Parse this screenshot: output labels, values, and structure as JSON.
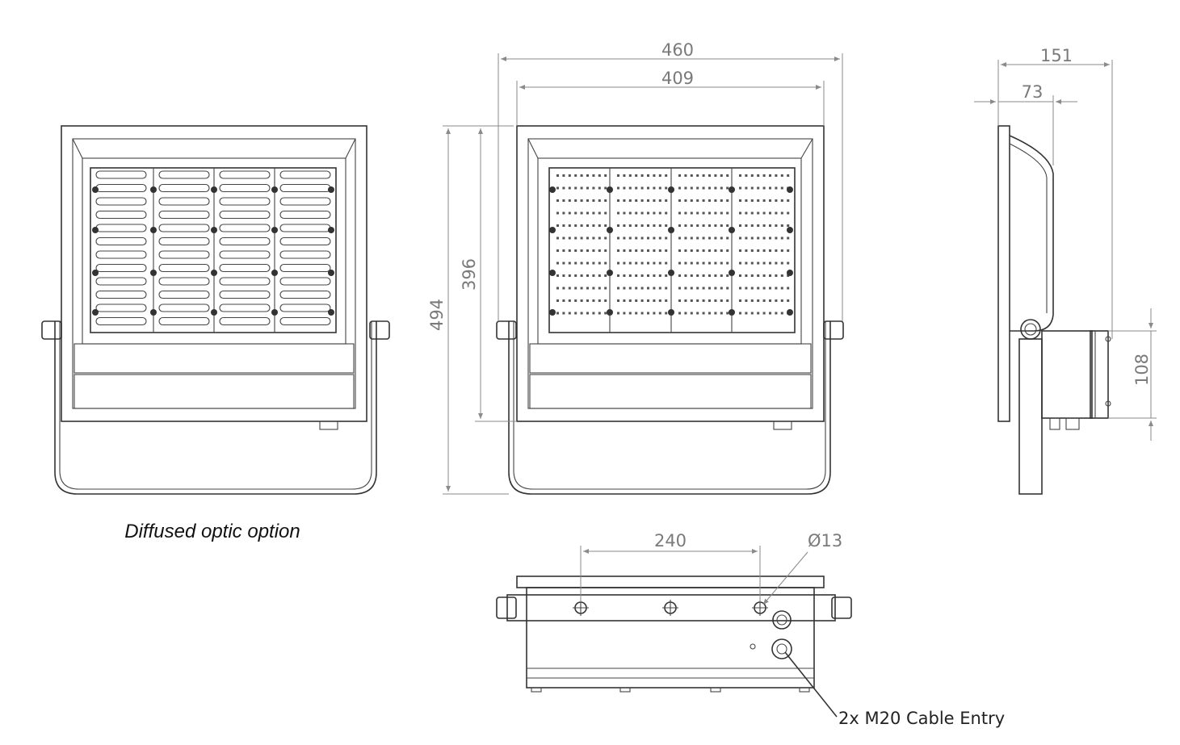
{
  "caption": "Diffused optic option",
  "dimensions": {
    "overall_width": "460",
    "optic_width": "409",
    "overall_height": "494",
    "front_height": "396",
    "depth": "151",
    "pivot_offset": "73",
    "box_height": "108",
    "hole_spacing": "240",
    "hole_diameter": "Ø13"
  },
  "cable_note": "2x M20 Cable Entry"
}
